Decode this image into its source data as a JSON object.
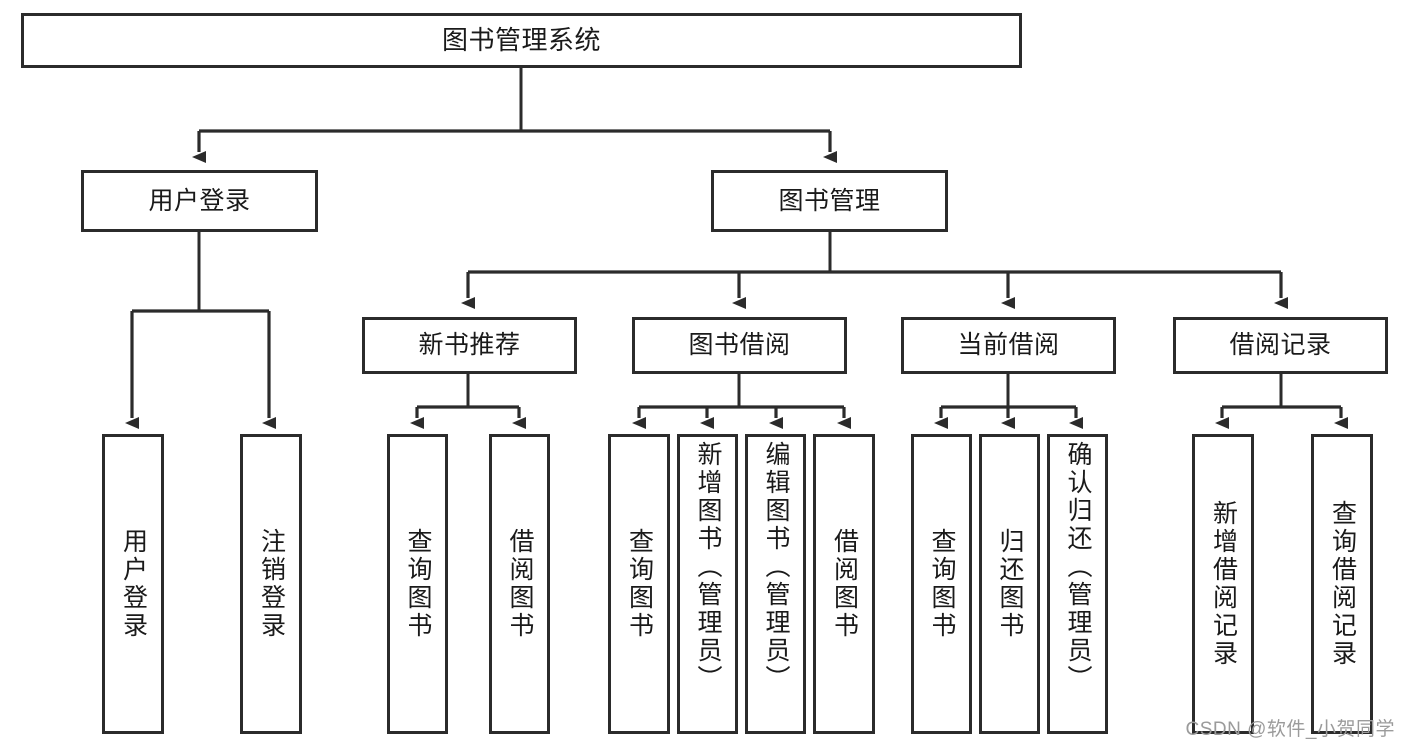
{
  "diagram": {
    "title": "图书管理系统",
    "type": "tree-hierarchy-diagram",
    "root": {
      "id": "root",
      "label": "图书管理系统"
    },
    "level2": [
      {
        "id": "user-login",
        "label": "用户登录"
      },
      {
        "id": "book-management",
        "label": "图书管理"
      }
    ],
    "level3": [
      {
        "id": "new-book-recommend",
        "label": "新书推荐"
      },
      {
        "id": "book-borrow",
        "label": "图书借阅"
      },
      {
        "id": "current-borrow",
        "label": "当前借阅"
      },
      {
        "id": "borrow-record",
        "label": "借阅记录"
      }
    ],
    "leaves": {
      "user_login": [
        {
          "id": "leaf-user-login",
          "label": "用户登录"
        },
        {
          "id": "leaf-logout",
          "label": "注销登录"
        }
      ],
      "new_book_recommend": [
        {
          "id": "leaf-query-book-1",
          "label": "查询图书"
        },
        {
          "id": "leaf-borrow-book-1",
          "label": "借阅图书"
        }
      ],
      "book_borrow": [
        {
          "id": "leaf-query-book-2",
          "label": "查询图书"
        },
        {
          "id": "leaf-add-book",
          "label": "新增图书（管理员）"
        },
        {
          "id": "leaf-edit-book",
          "label": "编辑图书（管理员）"
        },
        {
          "id": "leaf-borrow-book-2",
          "label": "借阅图书"
        }
      ],
      "current_borrow": [
        {
          "id": "leaf-query-book-3",
          "label": "查询图书"
        },
        {
          "id": "leaf-return-book",
          "label": "归还图书"
        },
        {
          "id": "leaf-confirm-return",
          "label": "确认归还（管理员）"
        }
      ],
      "borrow_record": [
        {
          "id": "leaf-add-record",
          "label": "新增借阅记录"
        },
        {
          "id": "leaf-query-record",
          "label": "查询借阅记录"
        }
      ]
    }
  },
  "watermark": {
    "text": "CSDN @软件_小贺同学"
  },
  "colors": {
    "box_border": "#2b2b2b",
    "box_fill": "#ffffff",
    "connector": "#2b2b2b",
    "text": "#1a1a1a",
    "watermark": "#9b9b9b",
    "background": "#ffffff"
  }
}
